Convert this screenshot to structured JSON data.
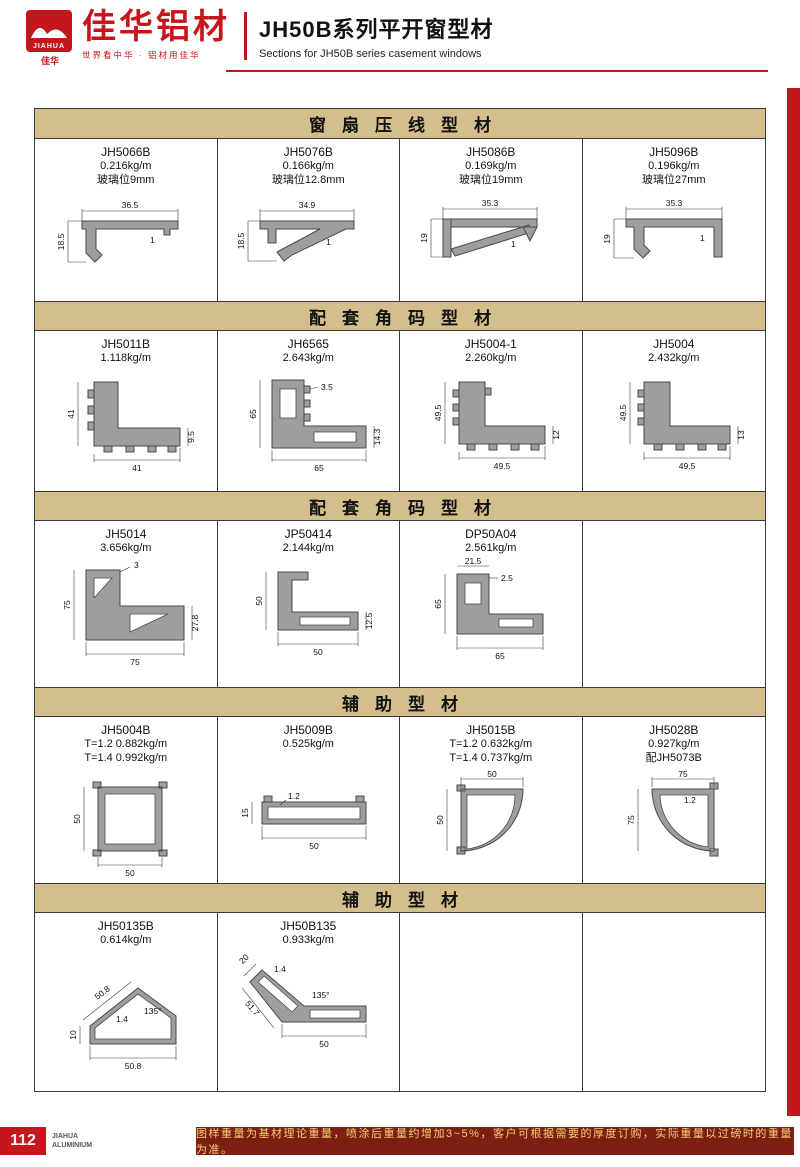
{
  "header": {
    "logo_top": "JIAHUA",
    "logo_bottom": "佳华",
    "brand": "佳华铝材",
    "brand_sub": "世界看中华 · 铝材用佳华",
    "title": "JH50B系列平开窗型材",
    "subtitle": "Sections for JH50B series casement windows"
  },
  "accent_color": "#c4161c",
  "sections": [
    {
      "title": "窗扇压线型材",
      "cells": [
        {
          "model": "JH5066B",
          "specs": [
            "0.216kg/m",
            "玻璃位9mm"
          ],
          "dims": [
            "36.5",
            "18.5",
            "1"
          ]
        },
        {
          "model": "JH5076B",
          "specs": [
            "0.166kg/m",
            "玻璃位12.8mm"
          ],
          "dims": [
            "34.9",
            "18.5",
            "1"
          ]
        },
        {
          "model": "JH5086B",
          "specs": [
            "0.169kg/m",
            "玻璃位19mm"
          ],
          "dims": [
            "35.3",
            "19",
            "1"
          ]
        },
        {
          "model": "JH5096B",
          "specs": [
            "0.196kg/m",
            "玻璃位27mm"
          ],
          "dims": [
            "35.3",
            "19",
            "1"
          ]
        }
      ]
    },
    {
      "title": "配套角码型材",
      "cells": [
        {
          "model": "JH5011B",
          "specs": [
            "1.118kg/m"
          ],
          "dims": [
            "41",
            "41",
            "9.5"
          ]
        },
        {
          "model": "JH6565",
          "specs": [
            "2.643kg/m"
          ],
          "dims": [
            "65",
            "3.5",
            "65",
            "14.3"
          ]
        },
        {
          "model": "JH5004-1",
          "specs": [
            "2.260kg/m"
          ],
          "dims": [
            "49.5",
            "49.5",
            "12"
          ]
        },
        {
          "model": "JH5004",
          "specs": [
            "2.432kg/m"
          ],
          "dims": [
            "49.5",
            "49.5",
            "13"
          ]
        }
      ]
    },
    {
      "title": "配套角码型材",
      "cells": [
        {
          "model": "JH5014",
          "specs": [
            "3.656kg/m"
          ],
          "dims": [
            "3",
            "75",
            "75",
            "27.8"
          ]
        },
        {
          "model": "JP50414",
          "specs": [
            "2.144kg/m"
          ],
          "dims": [
            "50",
            "50",
            "12.5"
          ]
        },
        {
          "model": "DP50A04",
          "specs": [
            "2.561kg/m"
          ],
          "dims": [
            "21.5",
            "2.5",
            "65",
            "65"
          ]
        },
        null
      ]
    },
    {
      "title": "辅助型材",
      "cells": [
        {
          "model": "JH5004B",
          "specs": [
            "T=1.2  0.882kg/m",
            "T=1.4  0.992kg/m"
          ],
          "dims": [
            "50",
            "50"
          ]
        },
        {
          "model": "JH5009B",
          "specs": [
            "0.525kg/m"
          ],
          "dims": [
            "15",
            "1.2",
            "50"
          ]
        },
        {
          "model": "JH5015B",
          "specs": [
            "T=1.2  0.632kg/m",
            "T=1.4  0.737kg/m"
          ],
          "dims": [
            "50",
            "50"
          ]
        },
        {
          "model": "JH5028B",
          "specs": [
            "0.927kg/m",
            "配JH5073B"
          ],
          "dims": [
            "75",
            "75",
            "1.2"
          ]
        }
      ]
    },
    {
      "title": "辅助型材",
      "cells": [
        {
          "model": "JH50135B",
          "specs": [
            "0.614kg/m"
          ],
          "dims": [
            "50.8",
            "10",
            "1.4",
            "135°",
            "50.8"
          ]
        },
        {
          "model": "JH50B135",
          "specs": [
            "0.933kg/m"
          ],
          "dims": [
            "20",
            "1.4",
            "51.7",
            "135°",
            "50"
          ]
        },
        null,
        null
      ]
    }
  ],
  "footer": {
    "page": "112",
    "brand_line1": "JIAHUA",
    "brand_line2": "ALUMINIUM",
    "note": "图样重量为基材理论重量，喷涂后重量约增加3~5%，客户可根据需要的厚度订购，实际重量以过磅时的重量为准。"
  }
}
